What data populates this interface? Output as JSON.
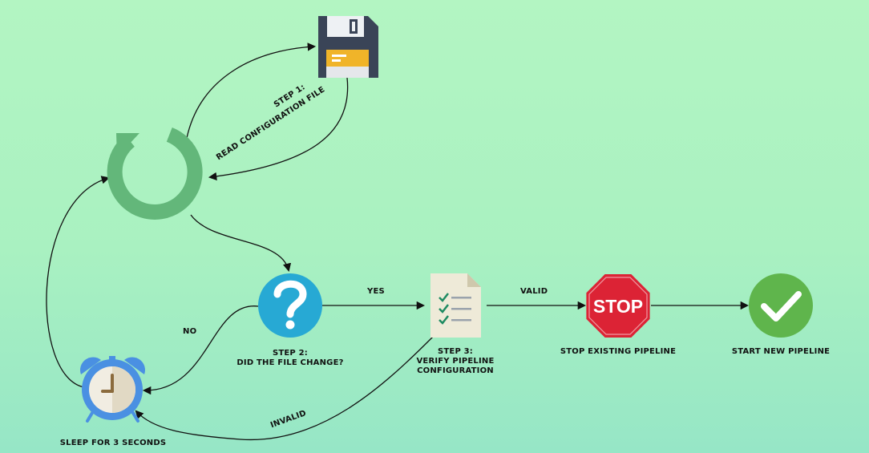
{
  "nodes": {
    "read_step_title": "STEP 1:",
    "read_step_desc": "READ CONFIGURATION FILE",
    "check_title": "STEP 2:",
    "check_desc": "DID THE FILE CHANGE?",
    "verify_title": "STEP 3:",
    "verify_line1": "VERIFY PIPELINE",
    "verify_line2": "CONFIGURATION",
    "stop_text": "STOP",
    "stop_label": "STOP EXISTING PIPELINE",
    "start_label": "START NEW PIPELINE",
    "sleep_label": "SLEEP FOR 3 SECONDS"
  },
  "edges": {
    "yes": "YES",
    "no": "NO",
    "valid": "VALID",
    "invalid": "INVALID"
  },
  "colors": {
    "loop_icon": "#63b77a",
    "question_icon": "#27a9d4",
    "stop_sign": "#dc2335",
    "check_icon": "#5fb54c",
    "floppy_body": "#3a4457",
    "floppy_label": "#f0b429",
    "clock_ring": "#4a90e2"
  }
}
